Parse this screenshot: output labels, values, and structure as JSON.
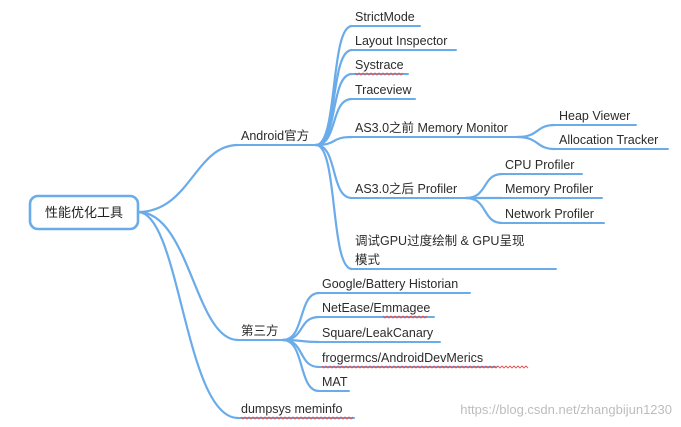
{
  "root": {
    "label": "性能优化工具"
  },
  "branches": [
    {
      "label": "Android官方",
      "children": [
        {
          "label": "StrictMode"
        },
        {
          "label": "Layout Inspector"
        },
        {
          "label": "Systrace"
        },
        {
          "label": "Traceview"
        },
        {
          "label": "AS3.0之前 Memory Monitor",
          "children": [
            {
              "label": "Heap Viewer"
            },
            {
              "label": "Allocation Tracker"
            }
          ]
        },
        {
          "label": "AS3.0之后 Profiler",
          "children": [
            {
              "label": "CPU Profiler"
            },
            {
              "label": "Memory Profiler"
            },
            {
              "label": "Network Profiler"
            }
          ]
        },
        {
          "label": "调试GPU过度绘制 & GPU呈现",
          "label_line2": "模式"
        }
      ]
    },
    {
      "label": "第三方",
      "children": [
        {
          "label": "Google/Battery Historian"
        },
        {
          "label": "NetEase/Emmagee"
        },
        {
          "label": "Square/LeakCanary"
        },
        {
          "label": "frogermcs/AndroidDevMerics"
        },
        {
          "label": "MAT"
        }
      ]
    },
    {
      "label": "dumpsys meminfo"
    }
  ],
  "watermark": "https://blog.csdn.net/zhangbijun1230",
  "colors": {
    "line": "#6aabea",
    "text": "#2b2b2b",
    "spellcheck": "#e05252"
  }
}
